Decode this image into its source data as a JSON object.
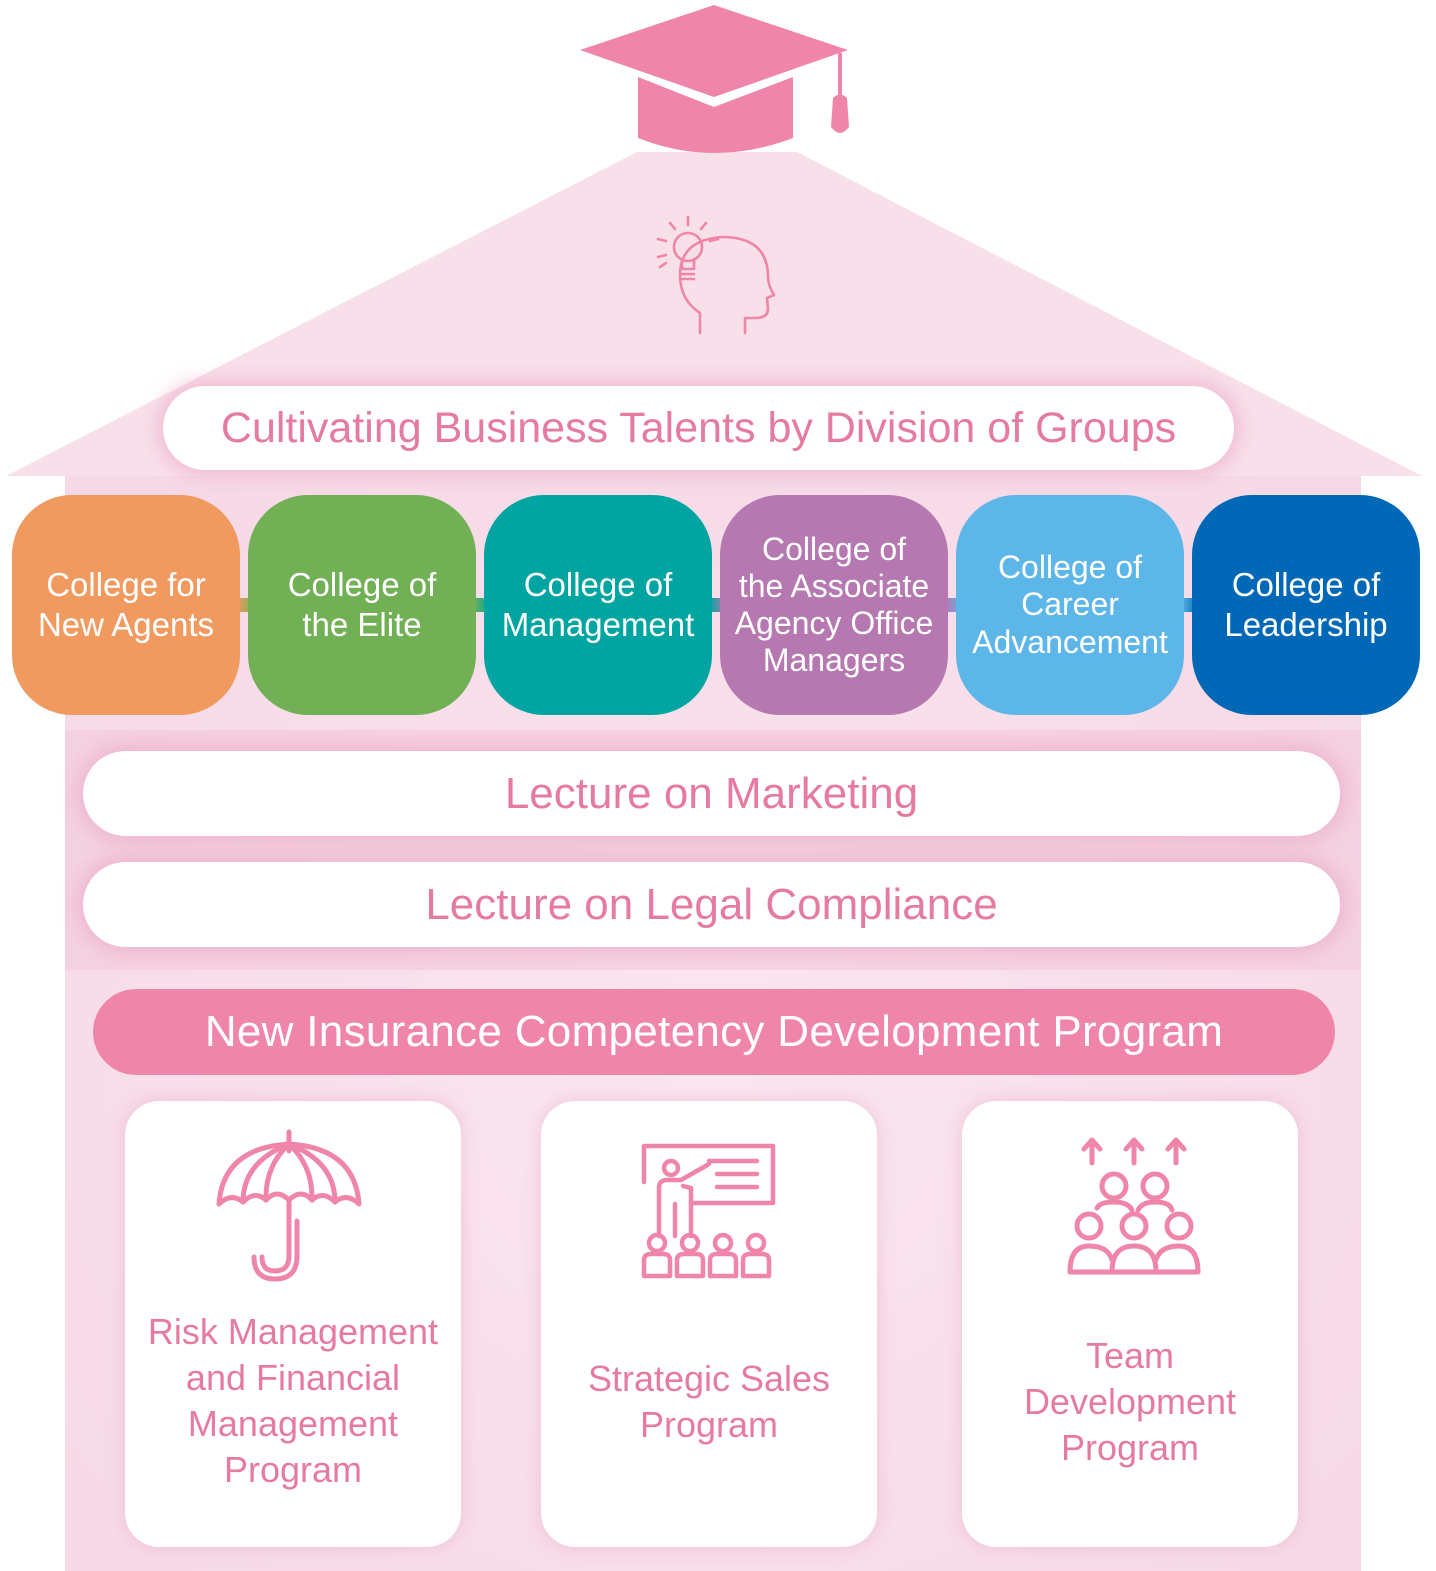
{
  "header": {
    "title": "Cultivating Business Talents by Division of Groups"
  },
  "colleges": [
    {
      "label": "College for\nNew Agents",
      "color": "#f19a60"
    },
    {
      "label": "College of\nthe Elite",
      "color": "#72b055"
    },
    {
      "label": "College of\nManagement",
      "color": "#00a5a2"
    },
    {
      "label": "College of\nthe Associate\nAgency Office\nManagers",
      "color": "#b678b0"
    },
    {
      "label": "College of\nCareer\nAdvancement",
      "color": "#5db6e8"
    },
    {
      "label": "College of\nLeadership",
      "color": "#0068b6"
    }
  ],
  "lectures": {
    "marketing": "Lecture on Marketing",
    "legal": "Lecture on Legal Compliance"
  },
  "program": {
    "title": "New Insurance Competency Development Program",
    "cards": [
      {
        "label": "Risk Management\nand Financial\nManagement\nProgram",
        "icon": "umbrella-icon"
      },
      {
        "label": "Strategic Sales\nProgram",
        "icon": "presentation-icon"
      },
      {
        "label": "Team\nDevelopment\nProgram",
        "icon": "team-growth-icon"
      }
    ]
  },
  "colors": {
    "house": "#f9e3ec",
    "accent": "#ef86a9",
    "text_pink": "#e57aa3"
  }
}
